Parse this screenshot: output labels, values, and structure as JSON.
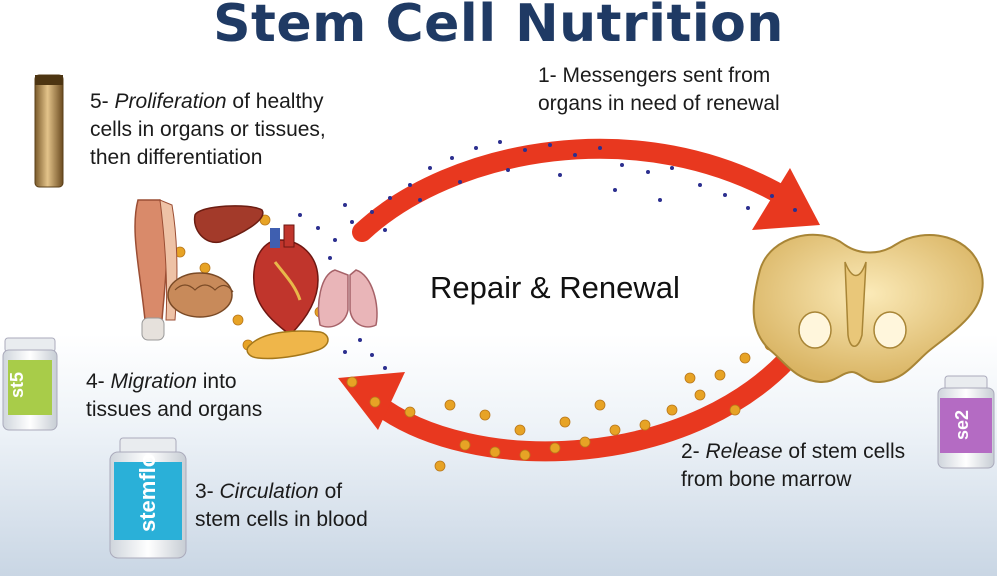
{
  "title": "Stem Cell Nutrition",
  "center_label": "Repair & Renewal",
  "steps": [
    {
      "id": "messengers",
      "lines": [
        [
          "1- Messengers sent from",
          ""
        ],
        [
          "organs in need of renewal",
          ""
        ]
      ]
    },
    {
      "id": "release",
      "prefix": "2- ",
      "keyword": "Release",
      "rest": " of stem cells",
      "line2": "from bone marrow"
    },
    {
      "id": "circulation",
      "prefix": "3- ",
      "keyword": "Circulation",
      "rest": " of",
      "line2": "stem cells in blood"
    },
    {
      "id": "migration",
      "prefix": "4- ",
      "keyword": "Migration",
      "rest": " into",
      "line2": "tissues and organs"
    },
    {
      "id": "proliferation",
      "prefix": "5- ",
      "keyword": "Proliferation",
      "rest": " of healthy",
      "line2": "cells in organs or tissues,",
      "line3": "then differentiation"
    }
  ],
  "step1": {
    "line1": "1- Messengers sent from",
    "line2": "organs in need of renewal"
  },
  "products": {
    "st5": "st5",
    "se2": "se2",
    "stemflo": "stemflo"
  },
  "colors": {
    "title": "#1f3a64",
    "arrow": "#e8381f",
    "messenger_dots": "#2c2f8f",
    "stem_cells": "#e7a325",
    "bone": "#f1d58e"
  }
}
